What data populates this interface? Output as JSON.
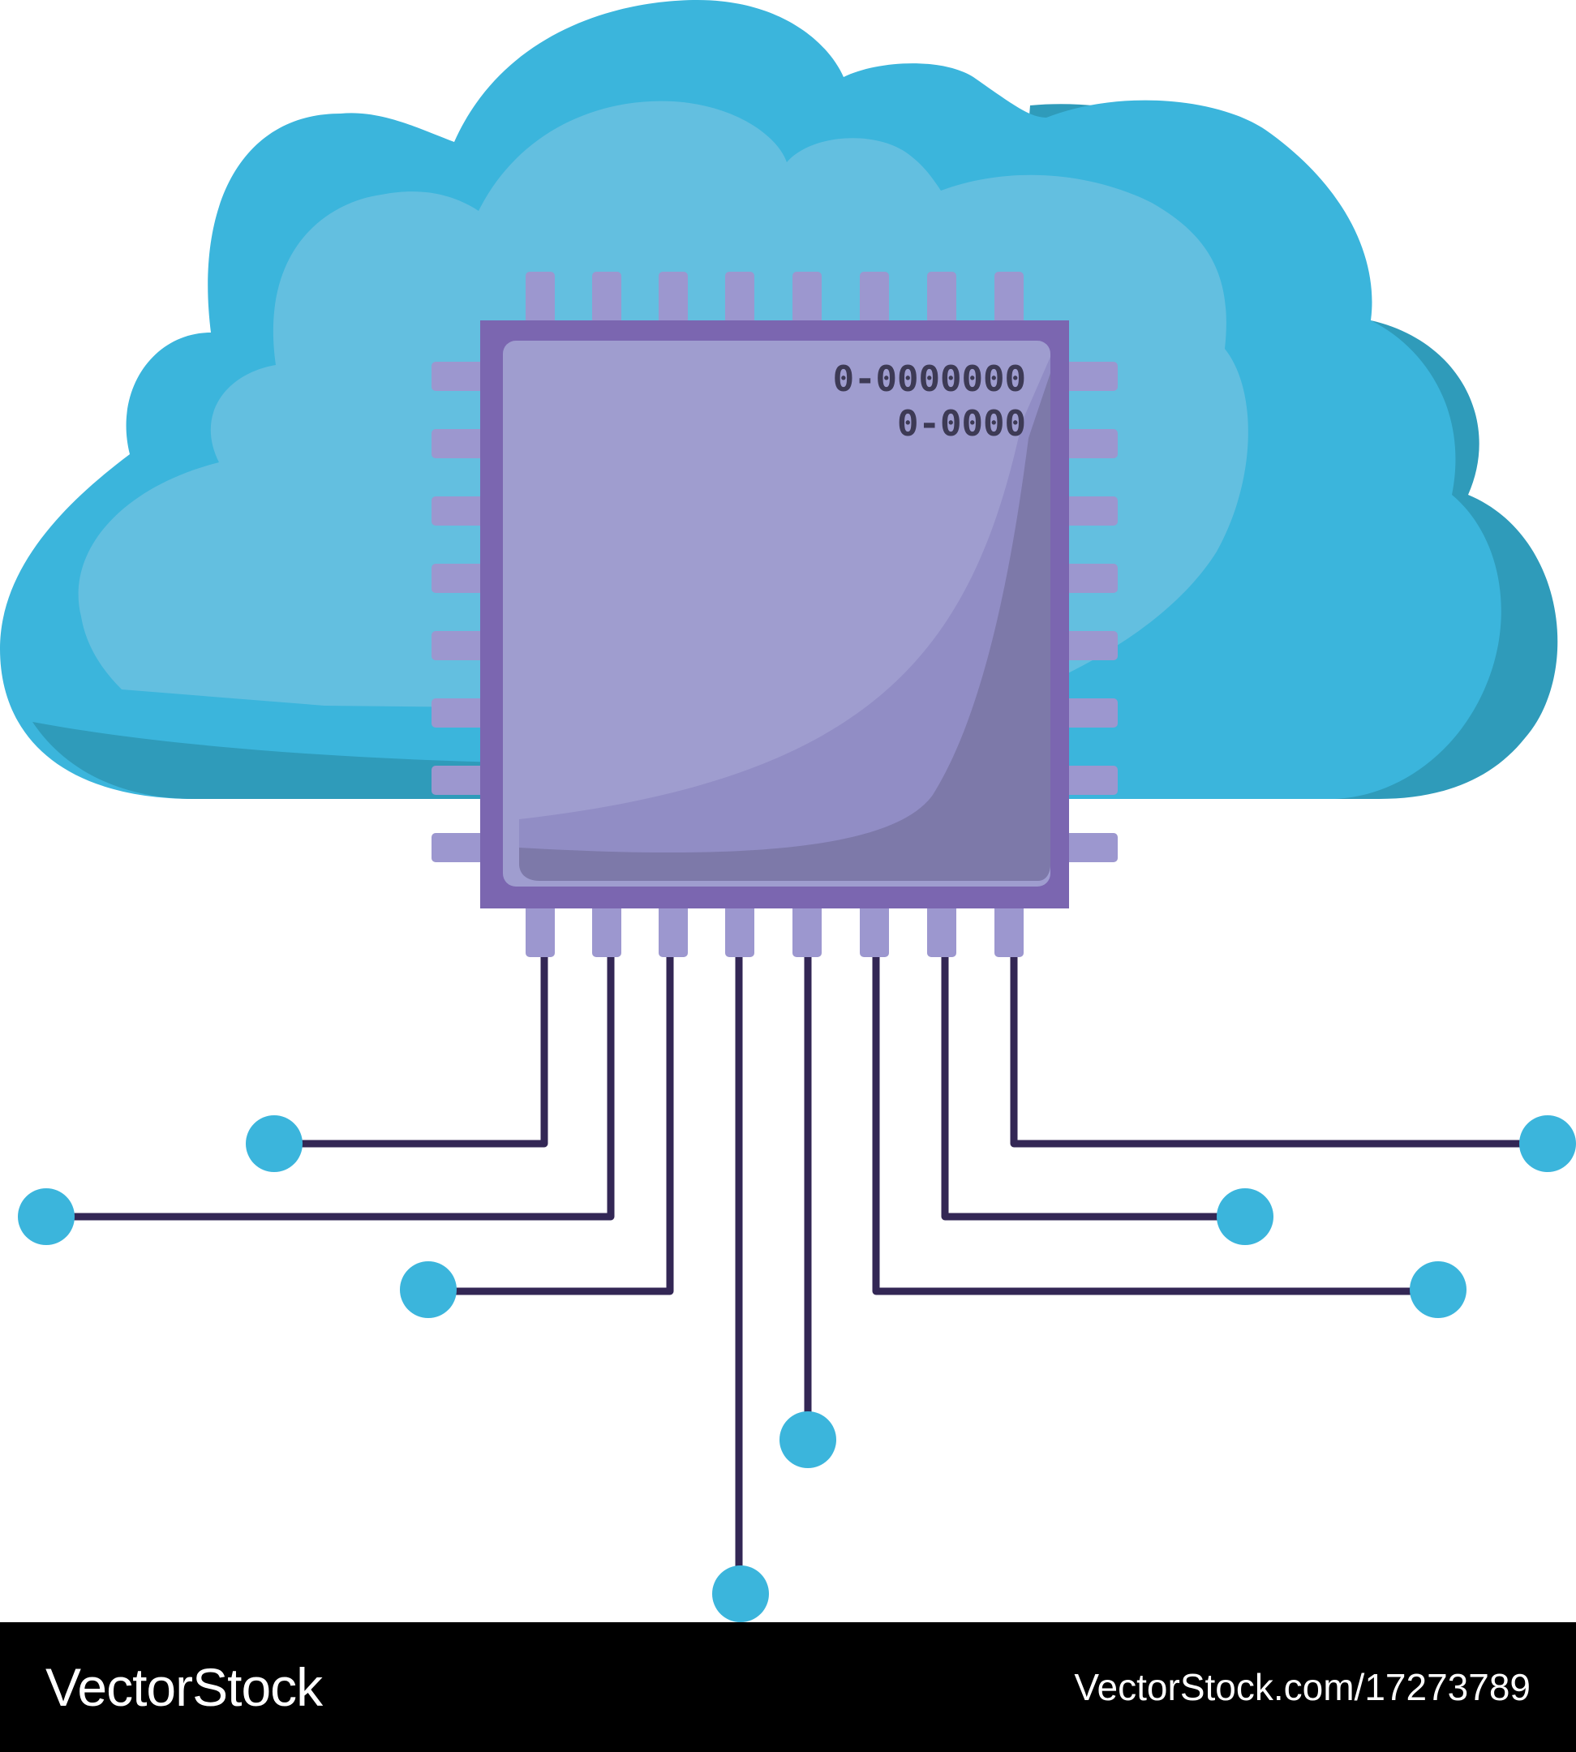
{
  "chip": {
    "code_line_1": "0-0000000",
    "code_line_2": "0-0000"
  },
  "watermark": {
    "brand": "VectorStock",
    "url": "VectorStock.com/17273789"
  },
  "colors": {
    "cloud_outer": "#3bb5dc",
    "cloud_inner": "#63bfe0",
    "cloud_shadow": "#2f9bba",
    "chip_border": "#7b66b0",
    "chip_face": "#9f9dcf",
    "chip_shadow": "#7d79a9",
    "pin": "#9c97cf",
    "trace": "#332755",
    "node": "#3bb5dc",
    "footer_bg": "#000000",
    "footer_text": "#ffffff"
  },
  "icons": [
    "cloud-icon",
    "microchip-icon",
    "circuit-trace-icon"
  ]
}
